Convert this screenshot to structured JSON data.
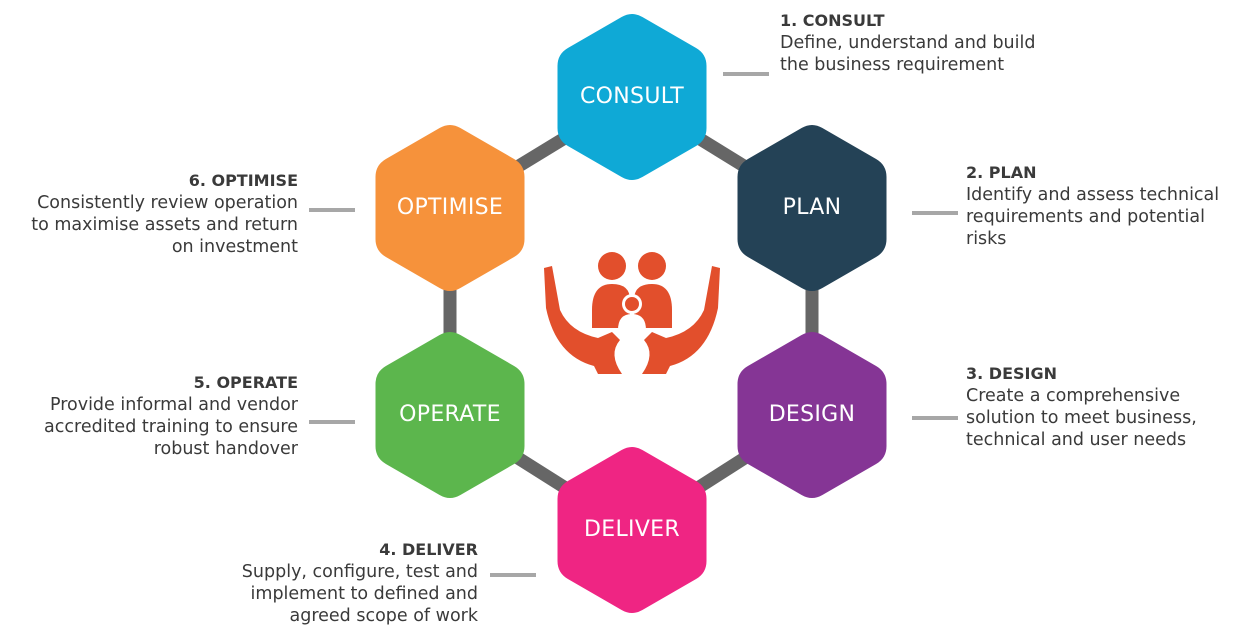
{
  "stages": [
    {
      "label": "CONSULT",
      "color": "#0fa9d6",
      "heading": "1. CONSULT",
      "lines": [
        "Define, understand and build",
        "the business requirement"
      ]
    },
    {
      "label": "PLAN",
      "color": "#244256",
      "heading": "2. PLAN",
      "lines": [
        "Identify and assess technical",
        "requirements and potential",
        "risks"
      ]
    },
    {
      "label": "DESIGN",
      "color": "#853595",
      "heading": "3. DESIGN",
      "lines": [
        "Create a comprehensive",
        "solution to meet business,",
        "technical and user needs"
      ]
    },
    {
      "label": "DELIVER",
      "color": "#ef2583",
      "heading": "4. DELIVER",
      "lines": [
        "Supply, configure, test and",
        "implement to defined and",
        "agreed scope of work"
      ]
    },
    {
      "label": "OPERATE",
      "color": "#5cb64d",
      "heading": "5. OPERATE",
      "lines": [
        "Provide informal and vendor",
        "accredited training to ensure",
        "robust handover"
      ]
    },
    {
      "label": "OPTIMISE",
      "color": "#f6923b",
      "heading": "6. OPTIMISE",
      "lines": [
        "Consistently review operation",
        "to maximise assets and return",
        "on investment"
      ]
    }
  ],
  "connector_color": "#666666",
  "leader_color": "#a7a7a7",
  "center_icon": {
    "name": "family-in-hands-icon",
    "color": "#e24f2c"
  }
}
